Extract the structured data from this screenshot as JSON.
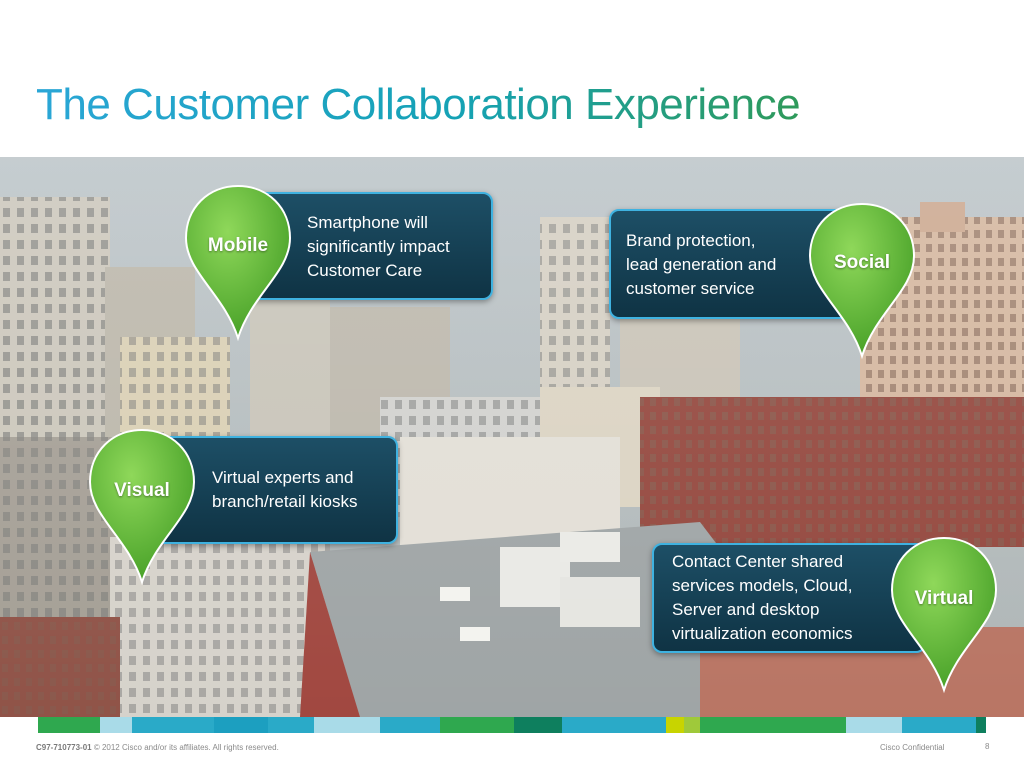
{
  "slide": {
    "title": "The Customer Collaboration Experience",
    "page_number": "8"
  },
  "callouts": [
    {
      "pin_label": "Mobile",
      "text": "Smartphone will\nsignificantly impact\nCustomer Care"
    },
    {
      "pin_label": "Social",
      "text": "Brand protection,\nlead generation and\ncustomer service"
    },
    {
      "pin_label": "Visual",
      "text": "Virtual experts and\nbranch/retail kiosks"
    },
    {
      "pin_label": "Virtual",
      "text": "Contact Center shared\nservices models, Cloud,\nServer and desktop\nvirtualization economics"
    }
  ],
  "footer": {
    "doc_id": "C97-710773-01",
    "copyright": "© 2012 Cisco and/or its affiliates. All rights reserved.",
    "classification": "Cisco Confidential"
  },
  "colors": {
    "title_gradient": [
      "#2aa6d6",
      "#2f9a5a"
    ],
    "callout_border": "#3fb2e0",
    "callout_fill": "#143f52",
    "pin_green": "#5cb830",
    "strip": [
      "#2fa84f",
      "#a9dbe8",
      "#2aaac8",
      "#2aaac8",
      "#2aaac8",
      "#a9dbe8",
      "#2aaac8",
      "#2fa84f",
      "#2fa84f",
      "#0e7f5e",
      "#2aaac8",
      "#2fa84f",
      "#c8d400",
      "#2fa84f",
      "#2fa84f",
      "#a9dbe8",
      "#2aaac8",
      "#0e7f5e"
    ]
  },
  "background_image": "city-rooftops-photo"
}
